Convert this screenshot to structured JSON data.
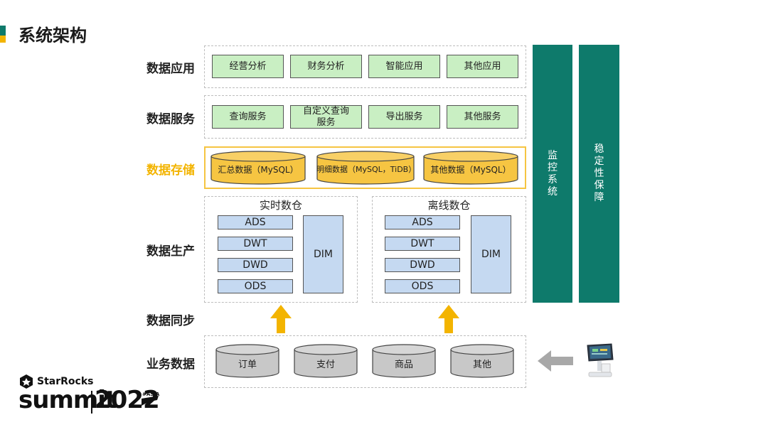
{
  "page_title": "系统架构",
  "rows": {
    "app": "数据应用",
    "service": "数据服务",
    "storage": "数据存储",
    "production": "数据生产",
    "sync": "数据同步",
    "business": "业务数据"
  },
  "app_items": [
    "经营分析",
    "财务分析",
    "智能应用",
    "其他应用"
  ],
  "service_items": [
    "查询服务",
    "自定义查询服务",
    "导出服务",
    "其他服务"
  ],
  "storage_items": [
    "汇总数据（MySQL）",
    "明细数据（MySQL，TiDB）",
    "其他数据（MySQL）"
  ],
  "warehouses": [
    {
      "title": "实时数仓",
      "layers": [
        "ADS",
        "DWT",
        "DWD",
        "ODS"
      ],
      "dim": "DIM"
    },
    {
      "title": "离线数仓",
      "layers": [
        "ADS",
        "DWT",
        "DWD",
        "ODS"
      ],
      "dim": "DIM"
    }
  ],
  "business_items": [
    "订单",
    "支付",
    "商品",
    "其他"
  ],
  "side_columns": [
    "监控系统",
    "稳定性保障"
  ],
  "brand": {
    "name": "StarRocks",
    "summit": "summit",
    "year": "2022",
    "tag": "#ASIA"
  },
  "colors": {
    "green": "#c9efc3",
    "blue": "#c5d9f1",
    "yellow": "#f6c542",
    "teal": "#0e7a6b",
    "gray": "#c8c8c8",
    "arrow_yellow": "#f3b400"
  }
}
